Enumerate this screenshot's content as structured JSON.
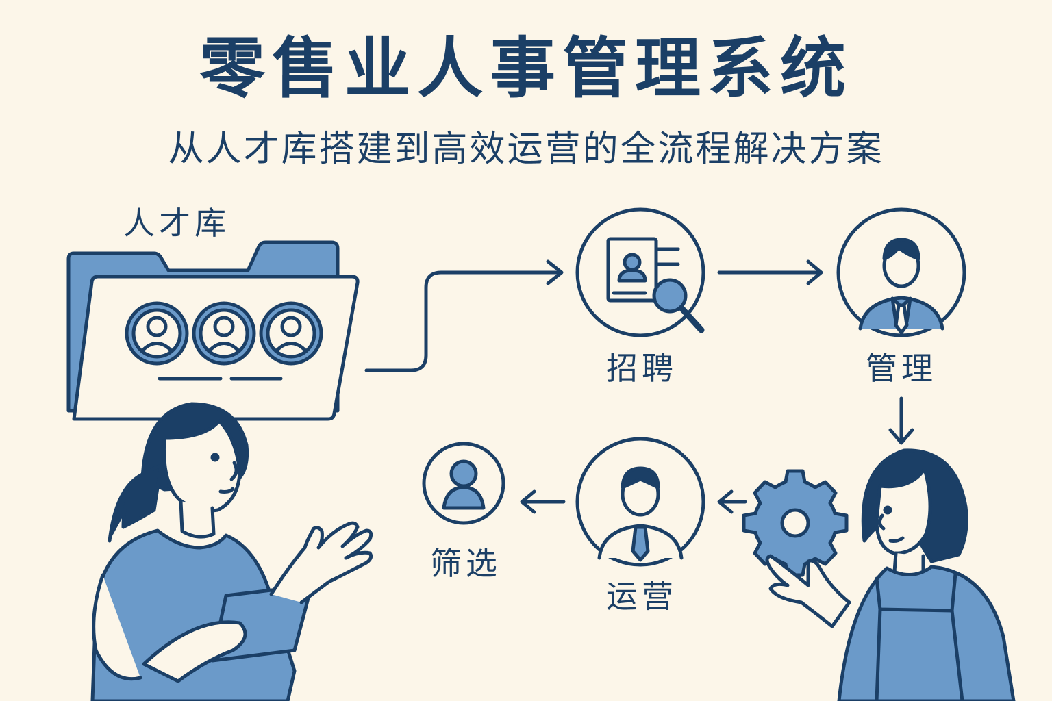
{
  "title": "零售业人事管理系统",
  "subtitle": "从人才库搭建到高效运营的全流程解决方案",
  "nodes": {
    "talent_pool": "人才库",
    "recruit": "招聘",
    "manage": "管理",
    "operate": "运营",
    "screen": "筛选"
  },
  "colors": {
    "background": "#FCF6E9",
    "primary": "#1B3F66",
    "fill": "#6B9AC9"
  }
}
